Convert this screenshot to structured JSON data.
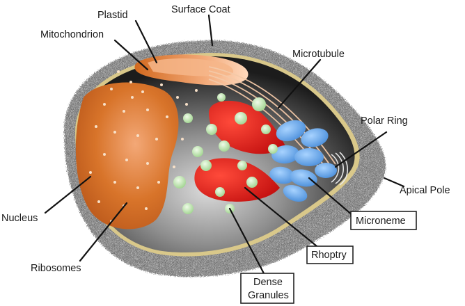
{
  "labels": {
    "plastid": "Plastid",
    "surface_coat": "Surface Coat",
    "mitochondrion": "Mitochondrion",
    "microtubule": "Microtubule",
    "polar_ring": "Polar Ring",
    "apical_pole": "Apical Pole",
    "nucleus": "Nucleus",
    "microneme": "Microneme",
    "rhoptry": "Rhoptry",
    "ribosomes": "Ribosomes",
    "dense_granules_line1": "Dense",
    "dense_granules_line2": "Granules"
  },
  "colors": {
    "surface_coat": "#8a8a8a",
    "membrane": "#d9c88a",
    "cytoplasm_dark": "#1f1f1f",
    "cytoplasm_light": "#d8d8d8",
    "nucleus": "#d8742a",
    "mitochondrion": "#e08a45",
    "rhoptry": "#d81b1b",
    "microneme": "#4a8fd8",
    "dense_granule": "#bfe6b0",
    "ribosome": "#f7e0c8",
    "microtubule": "#f4c9a8"
  }
}
